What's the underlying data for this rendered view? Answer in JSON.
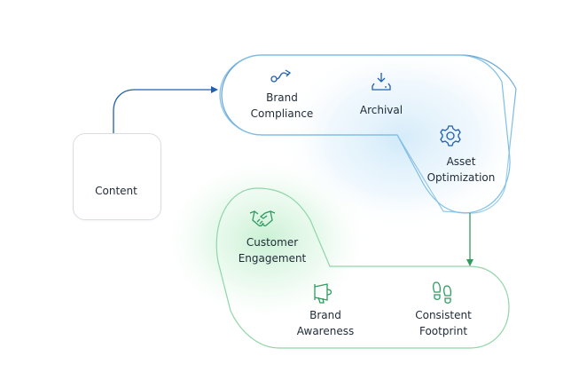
{
  "diagram": {
    "source": {
      "label": "Content",
      "icon": "notepad-icon"
    },
    "top_track": {
      "color": "#3b82c4",
      "items": [
        {
          "lines": [
            "Brand",
            "Compliance"
          ],
          "icon": "route-icon"
        },
        {
          "lines": [
            "Archival"
          ],
          "icon": "download-tray-icon"
        },
        {
          "lines": [
            "Asset",
            "Optimization"
          ],
          "icon": "gear-icon"
        }
      ]
    },
    "bottom_track": {
      "color": "#2e9b5f",
      "items": [
        {
          "lines": [
            "Customer",
            "Engagement"
          ],
          "icon": "handshake-icon"
        },
        {
          "lines": [
            "Brand",
            "Awareness"
          ],
          "icon": "megaphone-icon"
        },
        {
          "lines": [
            "Consistent",
            "Footprint"
          ],
          "icon": "footprints-icon"
        }
      ]
    },
    "colors": {
      "blue_connector": "#1f5fb0",
      "green_connector": "#2e9b5f",
      "blue_glow": "#cfe8f8",
      "green_glow": "#c9f0d3"
    }
  }
}
